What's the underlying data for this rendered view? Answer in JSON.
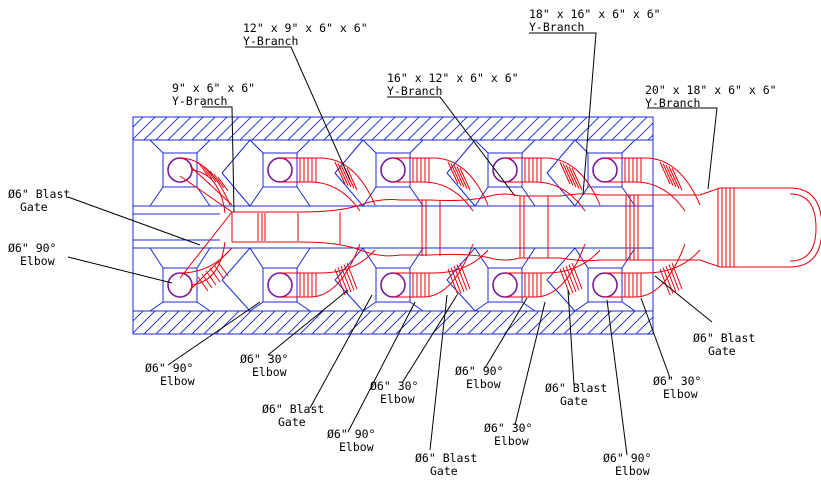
{
  "colors": {
    "duct": "#e8000b",
    "frame": "#1a2bd6",
    "port": "#7a1a9a",
    "text": "#000000"
  },
  "labels": {
    "ybranch_9x6x6": [
      "9\" x 6\" x 6\"",
      "Y-Branch"
    ],
    "ybranch_12x9x6x6": [
      "12\" x 9\" x 6\" x 6\"",
      "Y-Branch"
    ],
    "ybranch_16x12x6x6": [
      "16\" x 12\" x 6\" x 6\"",
      "Y-Branch"
    ],
    "ybranch_18x16x6x6": [
      "18\" x 16\" x 6\" x 6\"",
      "Y-Branch"
    ],
    "ybranch_20x18x6x6": [
      "20\" x 18\" x 6\" x 6\"",
      "Y-Branch"
    ],
    "blast_gate_left": [
      "Ø6\" Blast",
      "Gate"
    ],
    "elbow90_left": [
      "Ø6\" 90°",
      "Elbow"
    ],
    "elbow90_b1": [
      "Ø6\" 90°",
      "Elbow"
    ],
    "elbow30_b1": [
      "Ø6\" 30°",
      "Elbow"
    ],
    "blast_gate_b1": [
      "Ø6\" Blast",
      "Gate"
    ],
    "elbow90_b2": [
      "Ø6\" 90°",
      "Elbow"
    ],
    "elbow30_b2": [
      "Ø6\" 30°",
      "Elbow"
    ],
    "blast_gate_b2": [
      "Ø6\" Blast",
      "Gate"
    ],
    "elbow90_b3": [
      "Ø6\" 90°",
      "Elbow"
    ],
    "elbow30_b3": [
      "Ø6\" 30°",
      "Elbow"
    ],
    "blast_gate_b3": [
      "Ø6\" Blast",
      "Gate"
    ],
    "elbow90_b4": [
      "Ø6\" 90°",
      "Elbow"
    ],
    "elbow30_right": [
      "Ø6\" 30°",
      "Elbow"
    ],
    "blast_gate_right": [
      "Ø6\" Blast",
      "Gate"
    ]
  }
}
